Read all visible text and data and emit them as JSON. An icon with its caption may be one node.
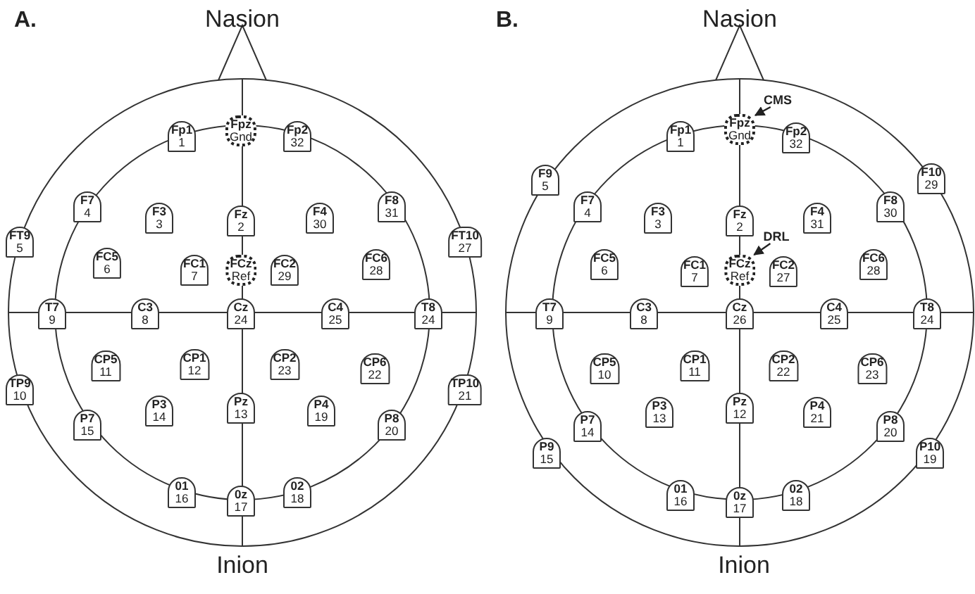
{
  "diagram": {
    "nodes": [
      {
        "text": [
          "Fpz",
          "Gnd"
        ]
      },
      {
        "text": [
          "Fp1",
          "1"
        ]
      },
      {
        "text": [
          "Fp2",
          "32"
        ]
      },
      {
        "text": [
          "F7",
          "4"
        ]
      },
      {
        "text": [
          "F3",
          "3"
        ]
      },
      {
        "text": [
          "Fz",
          "2"
        ]
      },
      {
        "text": [
          "F4",
          "30"
        ]
      },
      {
        "text": [
          "F8",
          "31"
        ]
      },
      {
        "text": [
          "FT9",
          "5"
        ]
      },
      {
        "text": [
          "FT10",
          "27"
        ]
      },
      {
        "text": [
          "FC5",
          "6"
        ]
      },
      {
        "text": [
          "FC1",
          "7"
        ]
      },
      {
        "text": [
          "FCz",
          "Ref"
        ]
      },
      {
        "text": [
          "FC2",
          "29"
        ]
      },
      {
        "text": [
          "FC6",
          "28"
        ]
      },
      {
        "text": [
          "T7",
          "9"
        ]
      },
      {
        "text": [
          "C3",
          "8"
        ]
      },
      {
        "text": [
          "Cz",
          "24"
        ]
      },
      {
        "text": [
          "C4",
          "25"
        ]
      },
      {
        "text": [
          "T8",
          "24"
        ]
      },
      {
        "text": [
          "CP5",
          "11"
        ]
      },
      {
        "text": [
          "CP1",
          "12"
        ]
      },
      {
        "text": [
          "CP2",
          "23"
        ]
      },
      {
        "text": [
          "CP6",
          "22"
        ]
      },
      {
        "text": [
          "TP9",
          "10"
        ]
      },
      {
        "text": [
          "TP10",
          "21"
        ]
      },
      {
        "text": [
          "P3",
          "14"
        ]
      },
      {
        "text": [
          "Pz",
          "13"
        ]
      },
      {
        "text": [
          "P4",
          "19"
        ]
      },
      {
        "text": [
          "P7",
          "15"
        ]
      },
      {
        "text": [
          "P8",
          "20"
        ]
      },
      {
        "text": [
          "01",
          "16"
        ]
      },
      {
        "text": [
          "0z",
          "17"
        ]
      },
      {
        "text": [
          "02",
          "18"
        ]
      },
      {
        "text": [
          "CMS"
        ]
      },
      {
        "text": [
          "Fpz",
          "Gnd"
        ]
      },
      {
        "text": [
          "Fp1",
          "1"
        ]
      },
      {
        "text": [
          "Fp2",
          "32"
        ]
      },
      {
        "text": [
          "F9",
          "5"
        ]
      },
      {
        "text": [
          "F10",
          "29"
        ]
      },
      {
        "text": [
          "F7",
          "4"
        ]
      },
      {
        "text": [
          "F3",
          "3"
        ]
      },
      {
        "text": [
          "Fz",
          "2"
        ]
      },
      {
        "text": [
          "F4",
          "31"
        ]
      },
      {
        "text": [
          "F8",
          "30"
        ]
      },
      {
        "text": [
          "DRL"
        ]
      },
      {
        "text": [
          "FC5",
          "6"
        ]
      },
      {
        "text": [
          "FC1",
          "7"
        ]
      },
      {
        "text": [
          "FCz",
          "Ref"
        ]
      },
      {
        "text": [
          "FC2",
          "27"
        ]
      },
      {
        "text": [
          "FC6",
          "28"
        ]
      },
      {
        "text": [
          "T7",
          "9"
        ]
      },
      {
        "text": [
          "C3",
          "8"
        ]
      },
      {
        "text": [
          "Cz",
          "26"
        ]
      },
      {
        "text": [
          "C4",
          "25"
        ]
      },
      {
        "text": [
          "T8",
          "24"
        ]
      },
      {
        "text": [
          "CP5",
          "10"
        ]
      },
      {
        "text": [
          "CP1",
          "11"
        ]
      },
      {
        "text": [
          "CP2",
          "22"
        ]
      },
      {
        "text": [
          "CP6",
          "23"
        ]
      },
      {
        "text": [
          "P3",
          "13"
        ]
      },
      {
        "text": [
          "Pz",
          "12"
        ]
      },
      {
        "text": [
          "P4",
          "21"
        ]
      },
      {
        "text": [
          "P7",
          "14"
        ]
      },
      {
        "text": [
          "P8",
          "20"
        ]
      },
      {
        "text": [
          "P9",
          "15"
        ]
      },
      {
        "text": [
          "P10",
          "19"
        ]
      },
      {
        "text": [
          "01",
          "16"
        ]
      },
      {
        "text": [
          "0z",
          "17"
        ]
      },
      {
        "text": [
          "02",
          "18"
        ]
      }
    ],
    "edges": [
      {
        "from": 34,
        "to": 35,
        "arrow": "to"
      },
      {
        "from": 45,
        "to": 48,
        "arrow": "to"
      }
    ],
    "labels": [
      "A.",
      "Nasion",
      "B.",
      "Nasion",
      "Inion",
      "Inion"
    ]
  }
}
